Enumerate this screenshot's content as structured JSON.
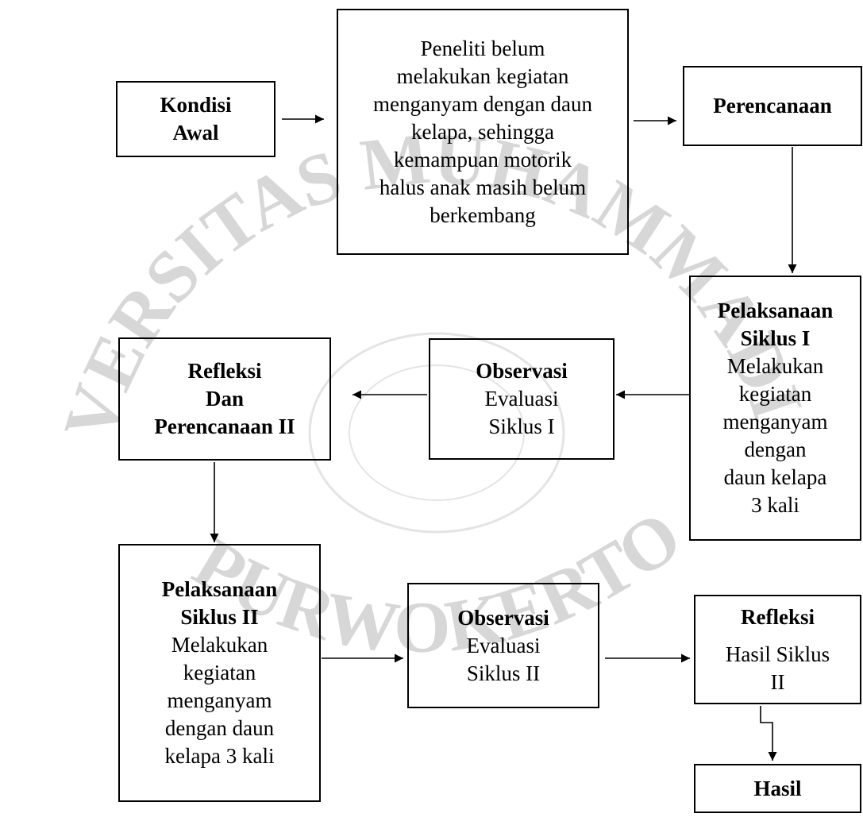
{
  "diagram": {
    "nodes": {
      "kondisi_awal": {
        "title_lines": [
          "Kondisi",
          "Awal"
        ]
      },
      "kondisi_desc": {
        "text_lines": [
          "Peneliti belum",
          "melakukan kegiatan",
          "menganyam dengan daun",
          "kelapa, sehingga",
          "kemampuan motorik",
          "halus anak masih belum",
          "berkembang"
        ]
      },
      "perencanaan": {
        "title": "Perencanaan"
      },
      "pelaksanaan_1": {
        "title_lines": [
          "Pelaksanaan",
          "Siklus I"
        ],
        "text_lines": [
          "Melakukan",
          "kegiatan",
          "menganyam",
          "dengan",
          "daun kelapa",
          "3 kali"
        ]
      },
      "observasi_1": {
        "title": "Observasi",
        "text_lines": [
          "Evaluasi",
          "Siklus I"
        ]
      },
      "refleksi_1": {
        "title_lines": [
          "Refleksi",
          "Dan",
          "Perencanaan II"
        ]
      },
      "pelaksanaan_2": {
        "title_lines": [
          "Pelaksanaan",
          "Siklus II"
        ],
        "text_lines": [
          "Melakukan",
          "kegiatan",
          "menganyam",
          "dengan daun",
          "kelapa 3 kali"
        ]
      },
      "observasi_2": {
        "title": "Observasi",
        "text_lines": [
          "Evaluasi",
          "Siklus II"
        ]
      },
      "refleksi_2": {
        "title": "Refleksi",
        "text_lines": [
          "Hasil Siklus",
          "II"
        ]
      },
      "hasil": {
        "title": "Hasil"
      }
    },
    "edges": [
      [
        "kondisi_awal",
        "kondisi_desc"
      ],
      [
        "kondisi_desc",
        "perencanaan"
      ],
      [
        "perencanaan",
        "pelaksanaan_1"
      ],
      [
        "pelaksanaan_1",
        "observasi_1"
      ],
      [
        "observasi_1",
        "refleksi_1"
      ],
      [
        "refleksi_1",
        "pelaksanaan_2"
      ],
      [
        "pelaksanaan_2",
        "observasi_2"
      ],
      [
        "observasi_2",
        "refleksi_2"
      ],
      [
        "refleksi_2",
        "hasil"
      ]
    ]
  },
  "watermark": {
    "arc_text": "UNIVERSITAS MUHAMMADIYAH",
    "bottom_text": "PURWOKERTO"
  }
}
